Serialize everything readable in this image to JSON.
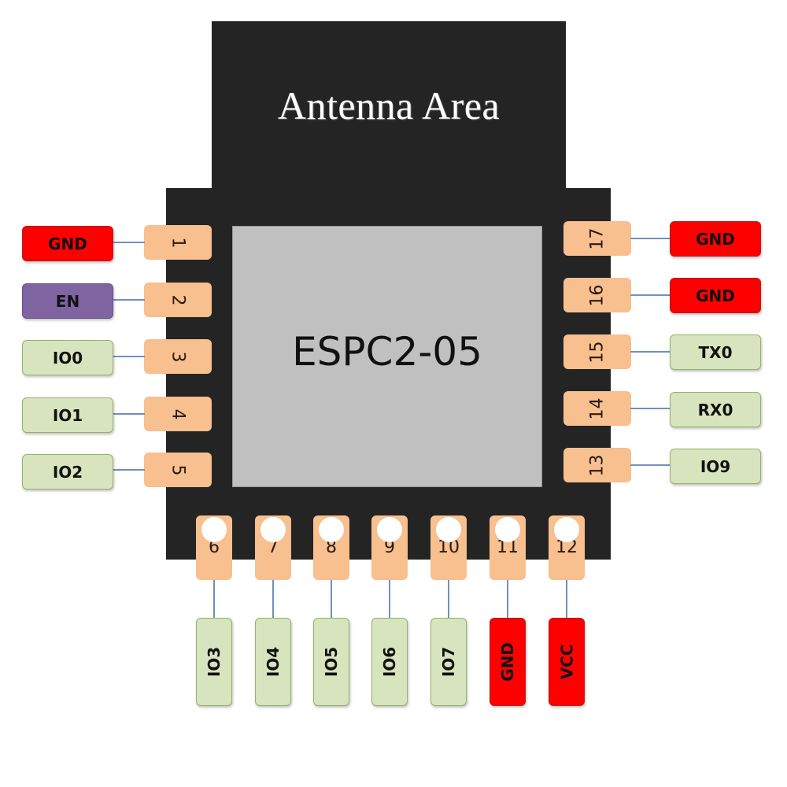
{
  "module": {
    "antenna_label": "Antenna Area",
    "core_label": "ESPC2-05"
  },
  "colors": {
    "chip_body": "#242424",
    "core": "#c0c0c0",
    "pad": "#f8bf8f",
    "gnd_vcc": "#ff0000",
    "enable": "#8064a2",
    "io": "#d7e4bd",
    "connector": "#7090c0"
  },
  "pins": {
    "left": [
      {
        "num": "1",
        "label": "GND",
        "type": "gnd"
      },
      {
        "num": "2",
        "label": "EN",
        "type": "en"
      },
      {
        "num": "3",
        "label": "IO0",
        "type": "io"
      },
      {
        "num": "4",
        "label": "IO1",
        "type": "io"
      },
      {
        "num": "5",
        "label": "IO2",
        "type": "io"
      }
    ],
    "bottom": [
      {
        "num": "6",
        "label": "IO3",
        "type": "io"
      },
      {
        "num": "7",
        "label": "IO4",
        "type": "io"
      },
      {
        "num": "8",
        "label": "IO5",
        "type": "io"
      },
      {
        "num": "9",
        "label": "IO6",
        "type": "io"
      },
      {
        "num": "10",
        "label": "IO7",
        "type": "io"
      },
      {
        "num": "11",
        "label": "GND",
        "type": "gnd"
      },
      {
        "num": "12",
        "label": "VCC",
        "type": "gnd"
      }
    ],
    "right": [
      {
        "num": "17",
        "label": "GND",
        "type": "gnd"
      },
      {
        "num": "16",
        "label": "GND",
        "type": "gnd"
      },
      {
        "num": "15",
        "label": "TX0",
        "type": "io"
      },
      {
        "num": "14",
        "label": "RX0",
        "type": "io"
      },
      {
        "num": "13",
        "label": "IO9",
        "type": "io"
      }
    ]
  }
}
